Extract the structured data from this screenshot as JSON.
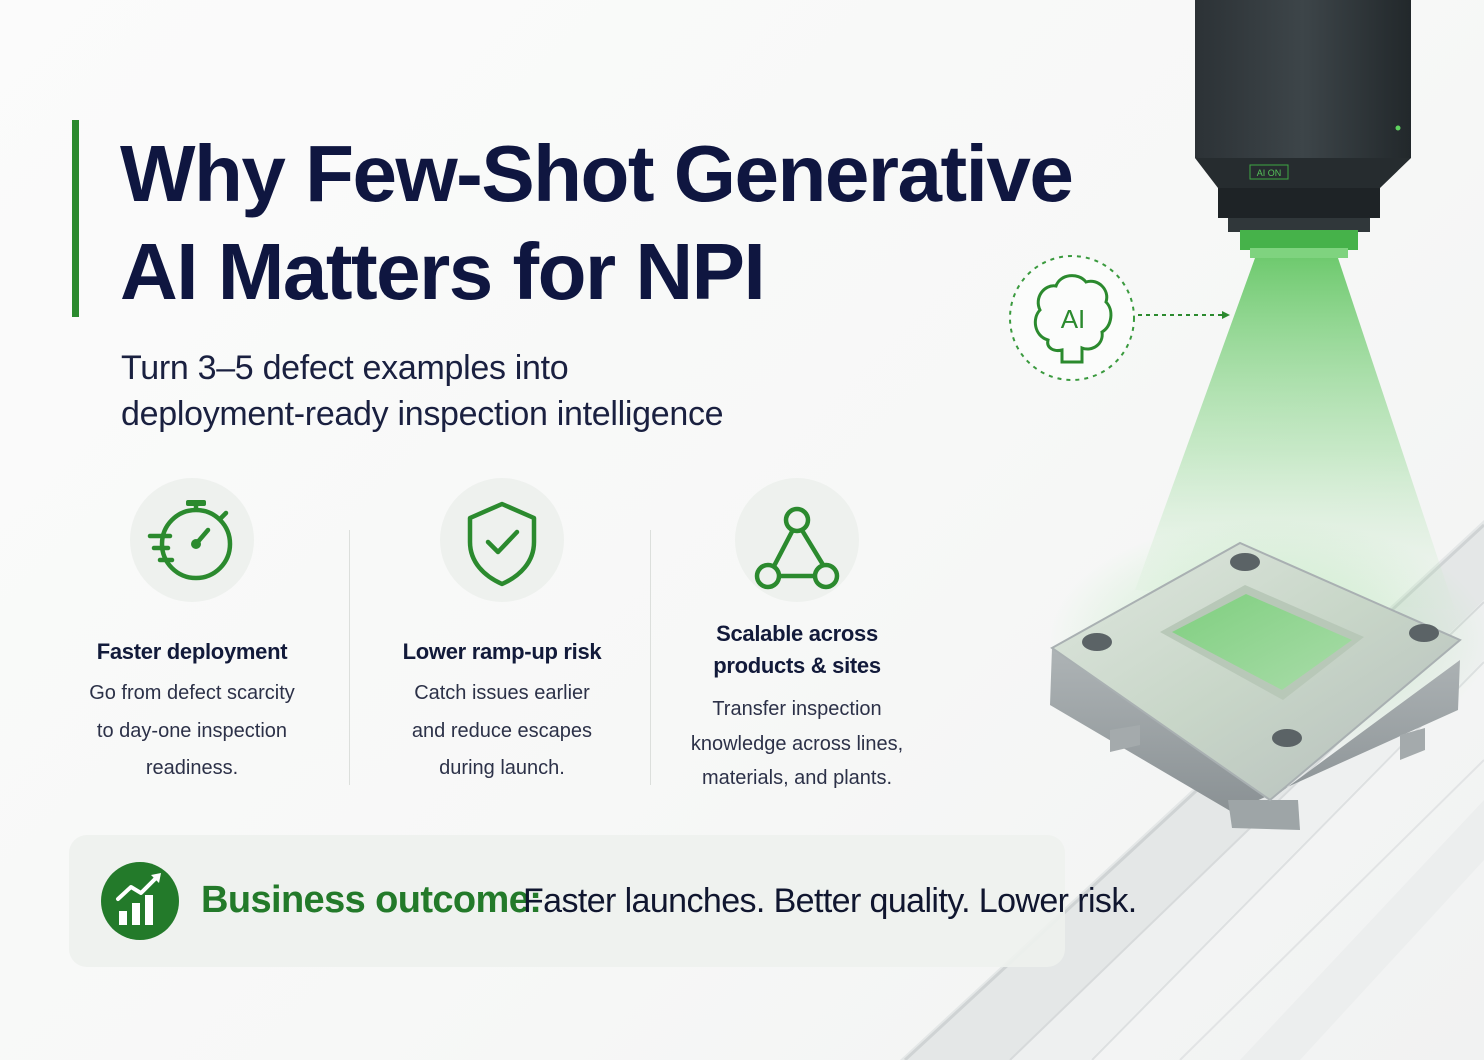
{
  "header": {
    "title_lines": [
      "Why Few-Shot Generative",
      "AI Matters for NPI"
    ],
    "subtitle_lines": [
      "Turn 3–5 defect examples into",
      "deployment-ready inspection intelligence"
    ]
  },
  "camera": {
    "badge": "AI ON",
    "ai_bubble_label": "AI"
  },
  "benefits": [
    {
      "icon": "stopwatch-speed-icon",
      "title_lines": [
        "Faster deployment"
      ],
      "body_lines": [
        "Go from defect scarcity",
        "to day-one inspection",
        "readiness."
      ]
    },
    {
      "icon": "shield-check-icon",
      "title_lines": [
        "Lower ramp-up risk"
      ],
      "body_lines": [
        "Catch issues earlier",
        "and reduce escapes",
        "during launch."
      ]
    },
    {
      "icon": "network-nodes-icon",
      "title_lines": [
        "Scalable across",
        "products & sites"
      ],
      "body_lines": [
        "Transfer inspection",
        "knowledge across lines,",
        "materials, and plants."
      ]
    }
  ],
  "outcome": {
    "icon": "growth-chart-icon",
    "label": "Business outcome:",
    "text": "Faster launches. Better quality. Lower risk."
  },
  "colors": {
    "brand_green": "#2b8a2e",
    "title_navy": "#0f1640",
    "outcome_green": "#237a2a"
  }
}
